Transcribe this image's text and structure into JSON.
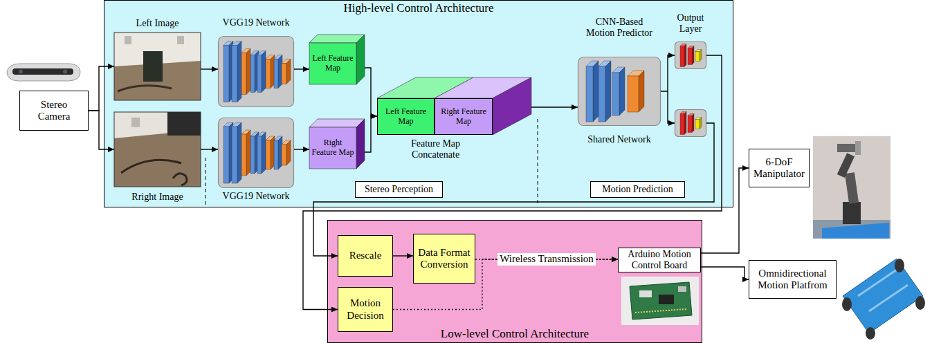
{
  "diagram": {
    "nodes": [
      {
        "text": [
          "Stereo Camera"
        ]
      },
      {
        "text": [
          "High-level Control Architecture"
        ]
      },
      {
        "text": [
          "Left Image"
        ],
        "in": 1
      },
      {
        "text": [
          "Rright Image"
        ],
        "in": 1
      },
      {
        "text": [
          "VGG19 Network"
        ],
        "in": 1
      },
      {
        "text": [
          "VGG19 Network"
        ],
        "in": 1
      },
      {
        "text": [
          "Left Feature Map"
        ],
        "in": 1
      },
      {
        "text": [
          "Right Feature Map"
        ],
        "in": 1
      },
      {
        "text": [
          "Feature Map Concatenate"
        ],
        "in": 1
      },
      {
        "text": [
          "Left Feature Map"
        ],
        "in": 8
      },
      {
        "text": [
          "Right Feature Map"
        ],
        "in": 8
      },
      {
        "text": [
          "Stereo Perception"
        ],
        "in": 1
      },
      {
        "text": [
          "CNN-Based Motion Predictor",
          "Shared Network"
        ],
        "in": 1
      },
      {
        "text": [
          "Output Layer"
        ],
        "in": 1
      },
      {
        "text": [
          "Motion Prediction"
        ],
        "in": 1
      },
      {
        "text": [
          "Low-level Control Architecture"
        ]
      },
      {
        "text": [
          "Rescale"
        ],
        "in": 15
      },
      {
        "text": [
          "Data Format Conversion"
        ],
        "in": 15
      },
      {
        "text": [
          "Arduino Motion Control Board"
        ],
        "in": 15
      },
      {
        "text": [
          "Motion Decision"
        ],
        "in": 15
      },
      {
        "text": [
          "6-DoF Manipulator"
        ]
      },
      {
        "text": [
          "Omnidirectional Motion Platfrom"
        ]
      }
    ],
    "edges": [
      {
        "from": 0,
        "to": 2,
        "arrow": "to"
      },
      {
        "from": 0,
        "to": 3,
        "arrow": "to"
      },
      {
        "from": 2,
        "to": 4,
        "arrow": "to"
      },
      {
        "from": 3,
        "to": 5,
        "arrow": "to"
      },
      {
        "from": 4,
        "to": 6,
        "arrow": "to"
      },
      {
        "from": 5,
        "to": 7,
        "arrow": "to"
      },
      {
        "from": 6,
        "to": 8,
        "arrow": "to"
      },
      {
        "from": 7,
        "to": 8,
        "arrow": "to"
      },
      {
        "from": 8,
        "to": 12,
        "arrow": "to"
      },
      {
        "from": 12,
        "to": 13,
        "arrow": "to"
      },
      {
        "from": 13,
        "to": 19,
        "arrow": "to"
      },
      {
        "from": 16,
        "to": 17,
        "arrow": "to"
      },
      {
        "from": 17,
        "to": 18,
        "label": "Wireless Transmission",
        "arrow": "to"
      },
      {
        "from": 19,
        "to": 18,
        "arrow": "to"
      },
      {
        "from": 18,
        "to": 20,
        "arrow": "to"
      },
      {
        "from": 18,
        "to": 21,
        "arrow": "to"
      }
    ]
  }
}
